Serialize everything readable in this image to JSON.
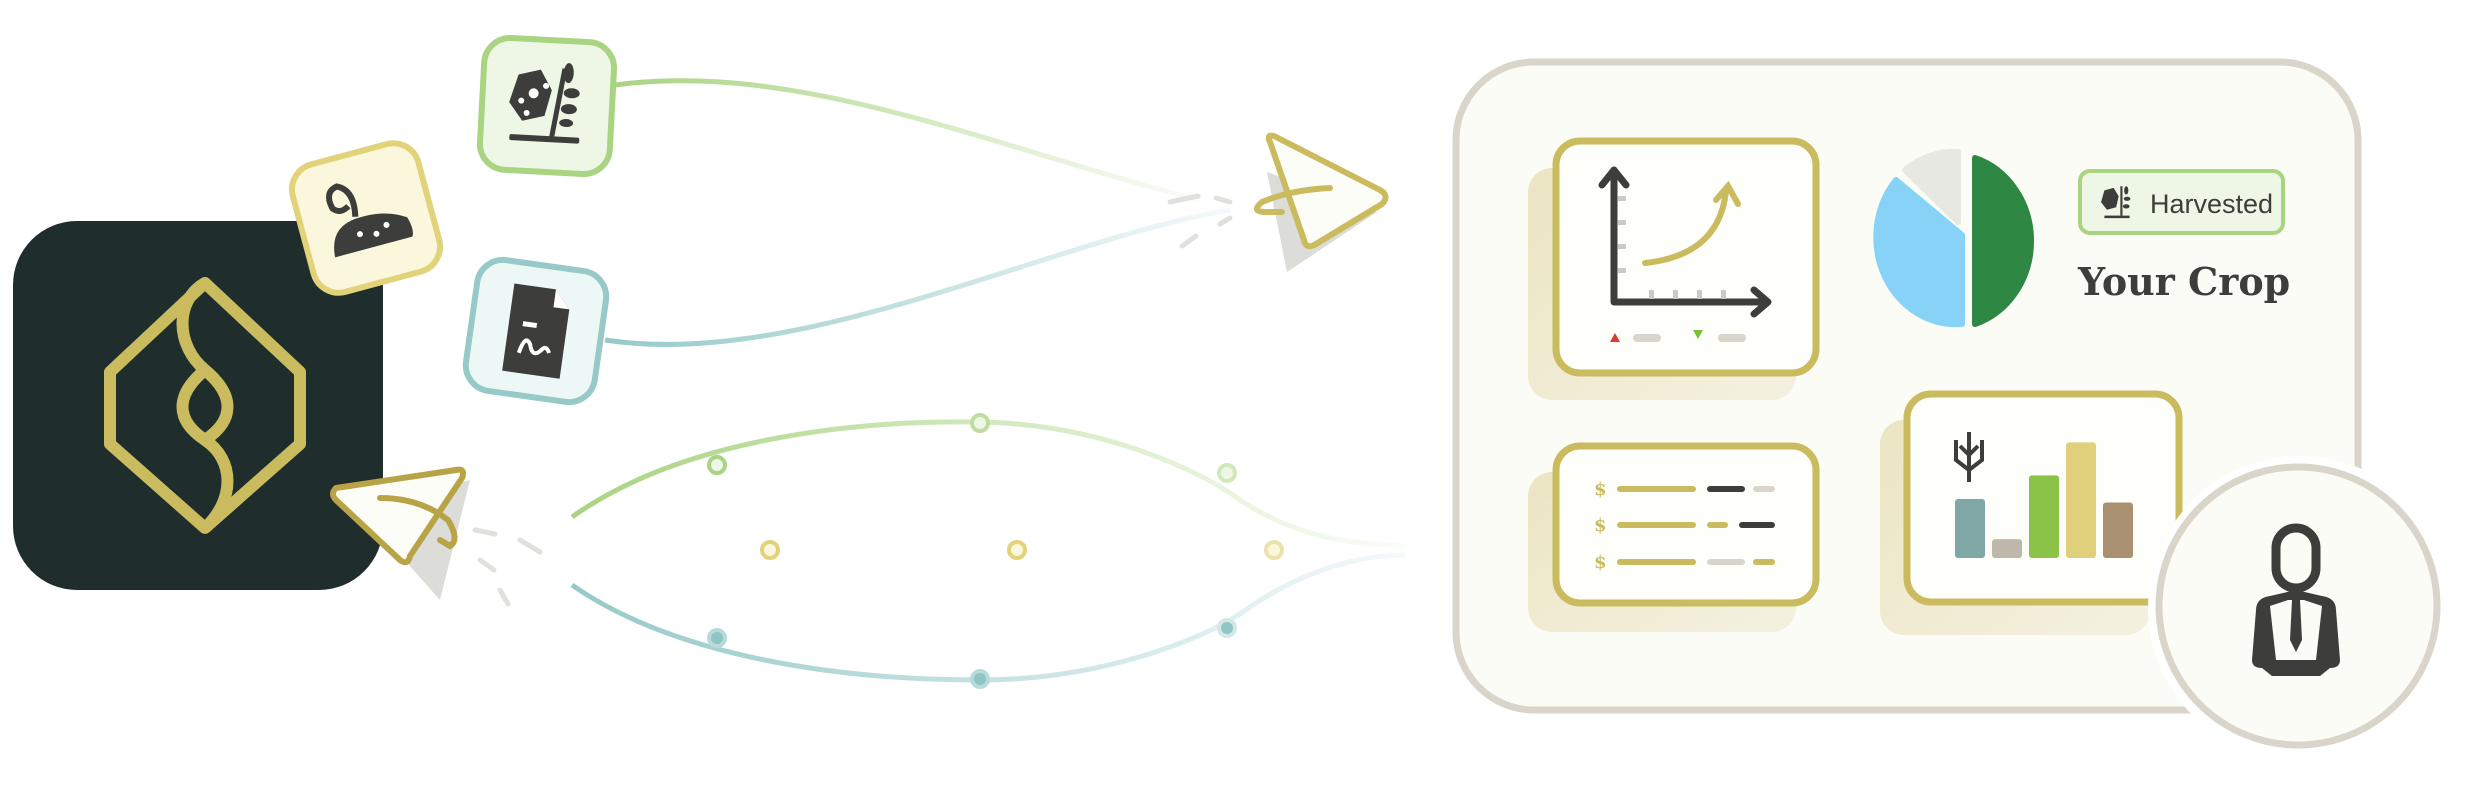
{
  "colors": {
    "logo_bg": "#1f2e2d",
    "gold": "#cbbb5f",
    "green": "#a9d482",
    "yellow": "#e2d27a",
    "teal": "#97c9c9",
    "panel_border": "#d9d5ca",
    "panel_bg": "#fcfcf7",
    "dark": "#3d3d3b",
    "pie_green": "#2f8744",
    "pie_blue": "#86d3f7",
    "pie_gray": "#e8e8e3"
  },
  "icons": [
    "hex-logo-icon",
    "seed-plant-icon",
    "sprout-soil-icon",
    "signed-document-icon",
    "paper-plane-icon",
    "growth-chart-icon",
    "wheat-icon",
    "user-tie-icon"
  ],
  "dashboard": {
    "badge_label": "Harvested",
    "crop_title": "Your Crop",
    "ledger_symbols": [
      "$",
      "$",
      "$"
    ]
  },
  "pie_fractions": [
    0.5,
    0.36,
    0.14
  ],
  "bar_values": [
    0.5,
    0.16,
    0.7,
    0.98,
    0.47
  ]
}
